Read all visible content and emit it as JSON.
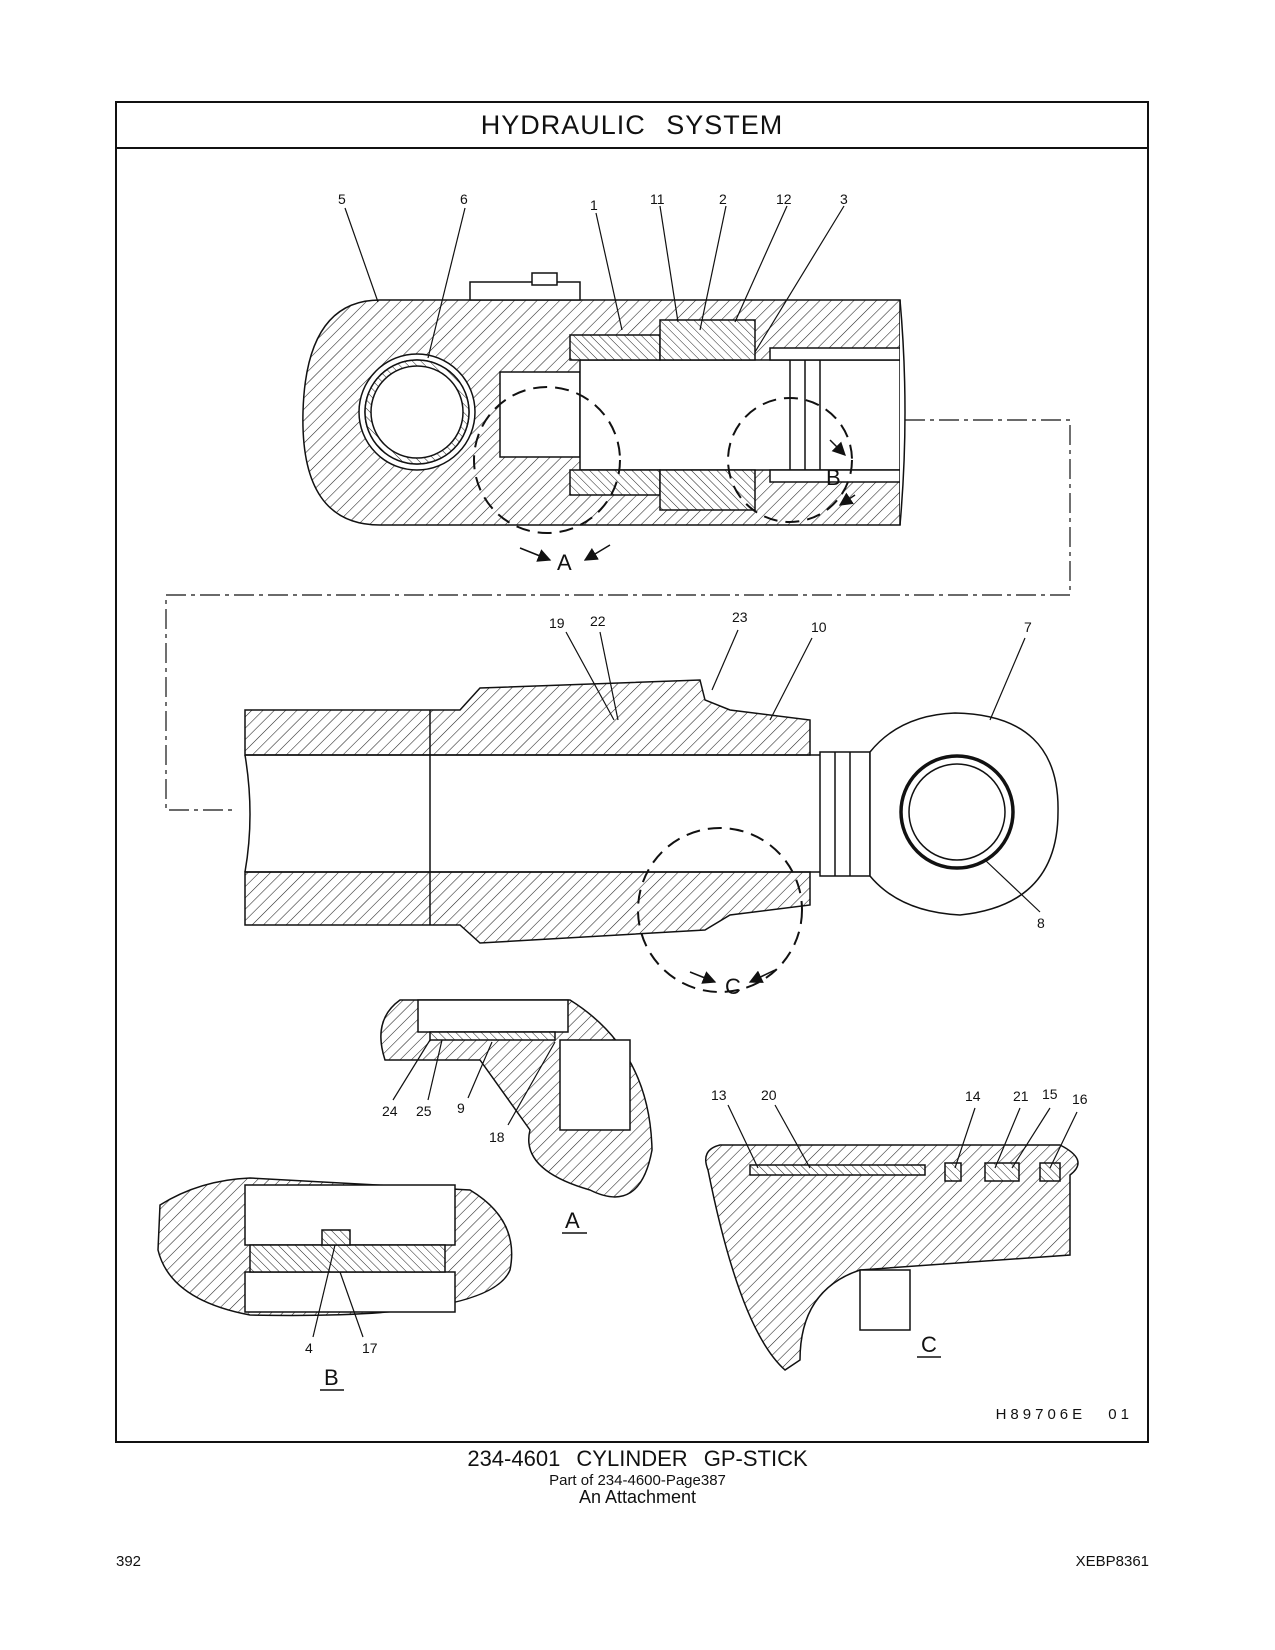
{
  "header": {
    "title": "HYDRAULIC   SYSTEM"
  },
  "drawing_id": "H89706E   01",
  "callouts": {
    "c1": "1",
    "c2": "2",
    "c3": "3",
    "c4": "4",
    "c5": "5",
    "c6": "6",
    "c7": "7",
    "c8": "8",
    "c9": "9",
    "c10": "10",
    "c11": "11",
    "c12": "12",
    "c13": "13",
    "c14": "14",
    "c15": "15",
    "c16": "16",
    "c17": "17",
    "c18": "18",
    "c19": "19",
    "c20": "20",
    "c21": "21",
    "c22": "22",
    "c23": "23",
    "c24": "24",
    "c25": "25"
  },
  "views": {
    "a": "A",
    "b": "B",
    "c": "C"
  },
  "caption": {
    "title": "234-4601   CYLINDER  GP-STICK",
    "subtitle": "Part of 234-4600-Page387",
    "note": "An Attachment"
  },
  "footer": {
    "page_number": "392",
    "doc_code": "XEBP8361"
  }
}
